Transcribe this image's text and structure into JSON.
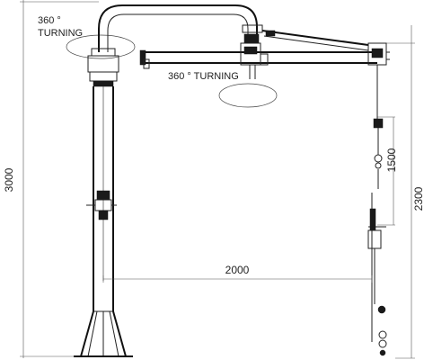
{
  "annotations": {
    "turning_top_line1": "360 °",
    "turning_top_line2": "TURNING",
    "turning_arm": "360 ° TURNING"
  },
  "dimensions": {
    "total_height": "3000",
    "arm_reach": "2000",
    "lift_height": "2300",
    "stroke": "1500"
  }
}
